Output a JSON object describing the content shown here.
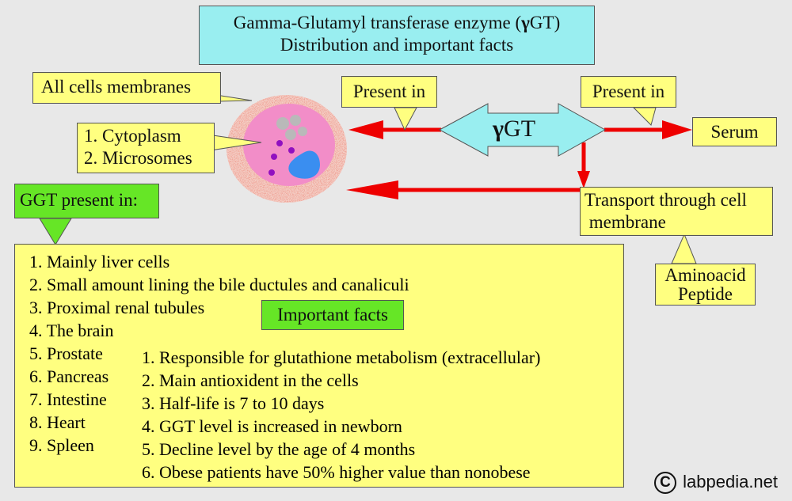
{
  "title": {
    "line1_prefix": "Gamma-Glutamyl transferase enzyme (",
    "line1_gamma": "γ",
    "line1_suffix": "GT)",
    "line2": "Distribution and important facts"
  },
  "center_arrow": {
    "gamma": "γ",
    "label": "GT"
  },
  "callouts": {
    "all_cells": "All cells membranes",
    "cytoplasm_1": "1. Cytoplasm",
    "cytoplasm_2": "2. Microsomes",
    "present_in_left": "Present in",
    "present_in_right": "Present in",
    "serum": "Serum",
    "transport_1": "Transport through cell",
    "transport_2": " membrane",
    "amino_1": "Aminoacid",
    "amino_2": "Peptide",
    "ggt_present": "GGT present in:",
    "important_facts": "Important facts"
  },
  "ggt_locations": [
    "1. Mainly liver cells",
    "2. Small amount lining the bile ductules and canaliculi",
    "3. Proximal renal tubules",
    "4. The brain",
    "5. Prostate",
    "6. Pancreas",
    "7. Intestine",
    "8. Heart",
    "9. Spleen"
  ],
  "important_facts": [
    "1. Responsible for glutathione metabolism (extracellular)",
    "2. Main antioxident in the cells",
    "3. Half-life is 7 to 10 days",
    "4. GGT level is increased in newborn",
    "5. Decline level by the age of 4 months",
    "6. Obese patients have 50% higher value than nonobese"
  ],
  "copyright": {
    "symbol": "C",
    "text": "labpedia.net"
  },
  "colors": {
    "background": "#e8e8e8",
    "yellow": "#ffff80",
    "green": "#66e626",
    "cyan": "#99eef0",
    "arrow_red": "#ee0000",
    "cell_pink": "#f28dc8",
    "nucleus_blue": "#3a8ef0",
    "granule_purple": "#9010c0"
  }
}
